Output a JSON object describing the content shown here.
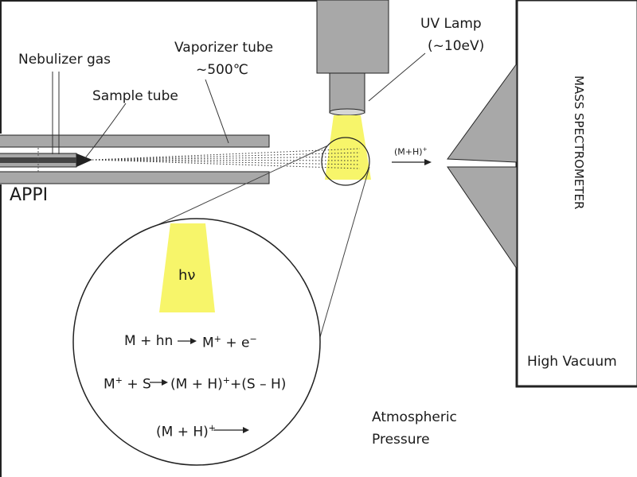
{
  "labels": {
    "uv_lamp": "UV Lamp",
    "uv_energy": "(~10eV)",
    "vaporizer_tube": "Vaporizer tube",
    "vaporizer_temp": "~500℃",
    "nebulizer_gas": "Nebulizer gas",
    "sample_tube": "Sample tube",
    "appi": "APPI",
    "ion_flow": "(M+H)",
    "ion_flow_charge": "+",
    "mass_spectrometer": "MASS SPECTROMETER",
    "high_vacuum": "High Vacuum",
    "atmospheric_1": "Atmospheric",
    "atmospheric_2": "Pressure"
  },
  "inset": {
    "photon": "hν",
    "eq1_left": "M + hn",
    "eq1_right": "M",
    "eq1_charge": "+",
    "eq1_tail": " + e",
    "eq1_electron": "−",
    "eq2_left": "M",
    "eq2_charge": "+",
    "eq2_mid": " + S",
    "eq2_product": "(M + H)",
    "eq2_product_charge": "+",
    "eq2_tail": "+(S  – H)",
    "eq3_left": "(M + H)",
    "eq3_charge": "+"
  },
  "colors": {
    "lamp_light": "#f7f56a",
    "metal_gray": "#a8a8a8",
    "outline": "#222222"
  }
}
